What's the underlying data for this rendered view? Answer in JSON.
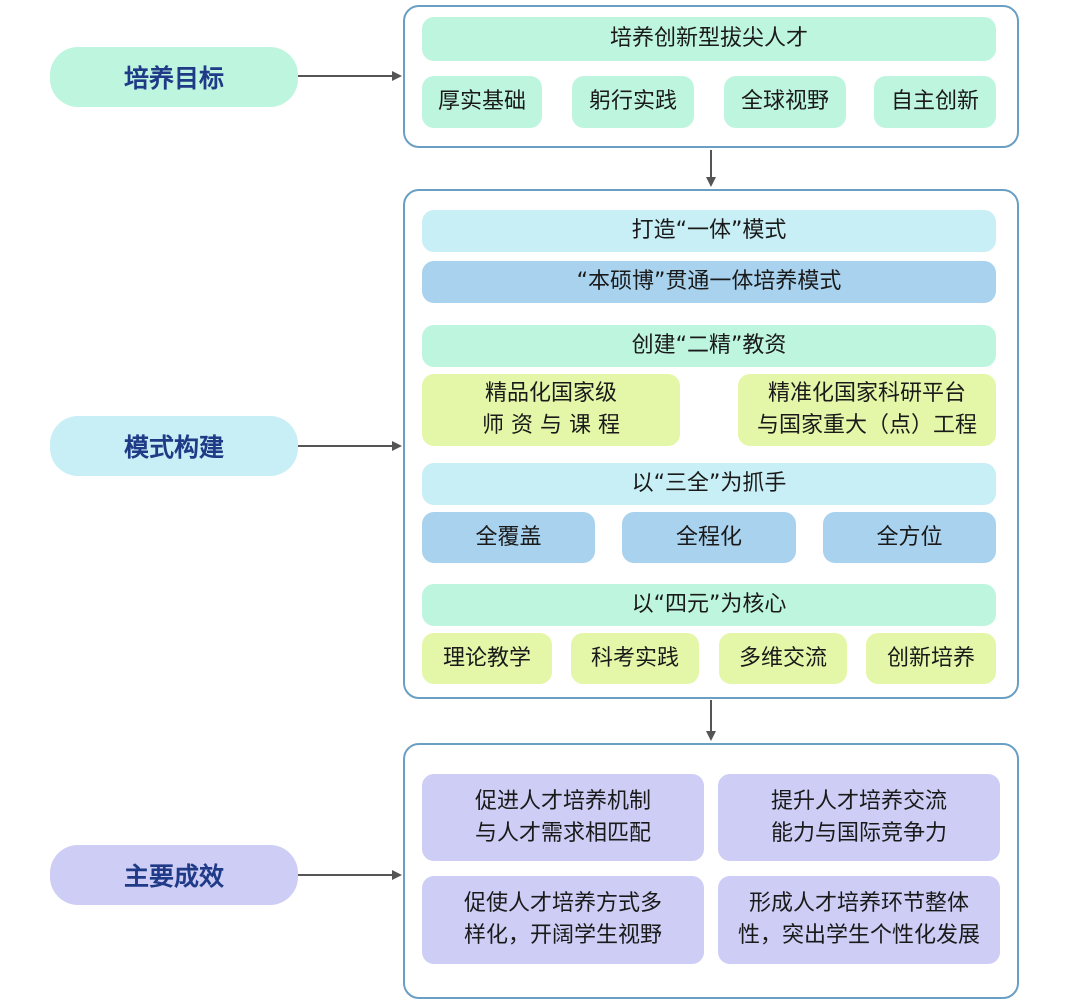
{
  "side_labels": {
    "goal": "培养目标",
    "model": "模式构建",
    "effects": "主要成效"
  },
  "goal": {
    "title": "培养创新型拔尖人才",
    "items": [
      "厚实基础",
      "躬行实践",
      "全球视野",
      "自主创新"
    ]
  },
  "model": {
    "integration_title": "打造“一体”模式",
    "integration_desc": "“本硕博”贯通一体培养模式",
    "excellence_title": "创建“二精”教资",
    "excellence_items": [
      "精品化国家级\n师 资 与 课 程",
      "精准化国家科研平台\n与国家重大（点）工程"
    ],
    "three_title": "以“三全”为抓手",
    "three_items": [
      "全覆盖",
      "全程化",
      "全方位"
    ],
    "four_title": "以“四元”为核心",
    "four_items": [
      "理论教学",
      "科考实践",
      "多维交流",
      "创新培养"
    ]
  },
  "effects": {
    "items": [
      "促进人才培养机制\n与人才需求相匹配",
      "提升人才培养交流\n能力与国际竞争力",
      "促使人才培养方式多\n样化，开阔学生视野",
      "形成人才培养环节整体\n性，突出学生个性化发展"
    ]
  },
  "colors": {
    "border": "#6a9fc4",
    "arrow": "#555555",
    "side_text": "#1f3a87",
    "teal": "#bef5df",
    "cyan": "#c8eff5",
    "blue": "#a8d2ee",
    "lime": "#e4f7a8",
    "lavender": "#cdcdf5"
  }
}
